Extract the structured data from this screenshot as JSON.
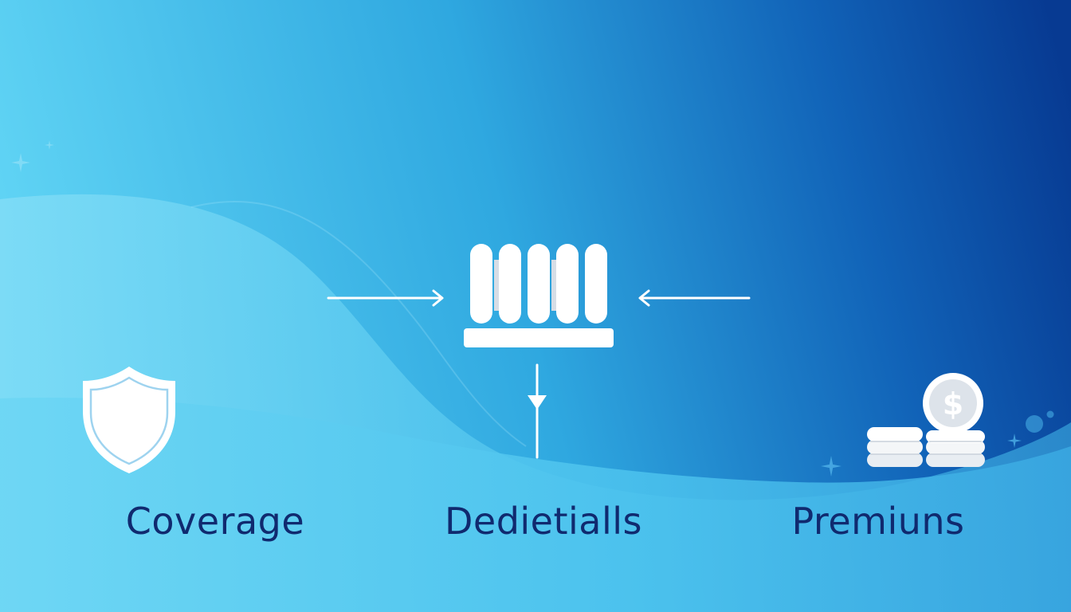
{
  "labels": {
    "coverage": "Coverage",
    "deductibles": "Dedietialls",
    "premiums": "Premiuns"
  },
  "icons": {
    "coverage": "shield-icon",
    "deductibles": "columns-building-icon",
    "premiums": "coins-dollar-icon",
    "coin_symbol": "$"
  },
  "colors": {
    "label_text": "#0f2a6e",
    "icon_white": "#ffffff",
    "gradient_light": "#6fd6f5",
    "gradient_mid": "#2aa6e0",
    "gradient_dark": "#0a3a94"
  }
}
